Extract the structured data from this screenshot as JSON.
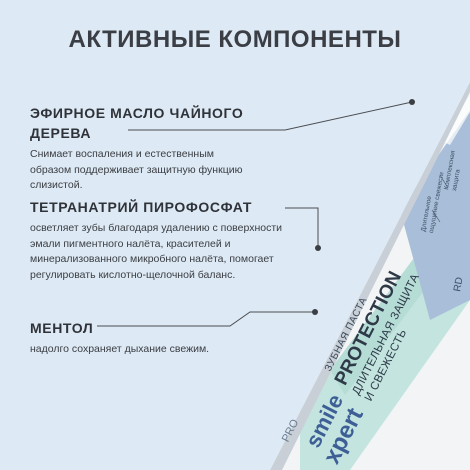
{
  "title": "АКТИВНЫЕ КОМПОНЕНТЫ",
  "components": [
    {
      "heading_line1": "ЭФИРНОЕ МАСЛО ЧАЙНОГО",
      "heading_line2": "ДЕРЕВА",
      "description": "Снимает воспаления и естественным образом поддерживает защитную функцию слизистой."
    },
    {
      "heading": "ТЕТРАНАТРИЙ ПИРОФОСФАТ",
      "description": "осветляет зубы благодаря удалению с поверхности эмали пигментного налёта, красителей и минерализованного микробного налёта, помогает регулировать кислотно-щелочной баланс."
    },
    {
      "heading": "МЕНТОЛ",
      "description": "надолго сохраняет дыхание свежим."
    }
  ],
  "tube": {
    "brand_small": "PRO",
    "brand_top": "smile",
    "brand_bottom": "xpert",
    "product_type": "ЗУБНАЯ ПАСТА",
    "product_name": "PROTECTION",
    "claim_line1": "ДЛИТЕЛЬНАЯ ЗАЩИТА",
    "claim_line2": "И СВЕЖЕСТЬ",
    "side_label_1_line1": "Длительное",
    "side_label_1_line2": "ощущение свежести",
    "side_label_2_line1": "Комплексная",
    "side_label_2_line2": "защита",
    "side_label_3": "RD"
  },
  "colors": {
    "background": "#dde9f4",
    "tube_white": "#f2f4f5",
    "tube_mint": "#c3e4df",
    "tube_blue": "#a9bfd9",
    "brand_blue": "#3d5f96",
    "text_dark": "#33363b"
  }
}
